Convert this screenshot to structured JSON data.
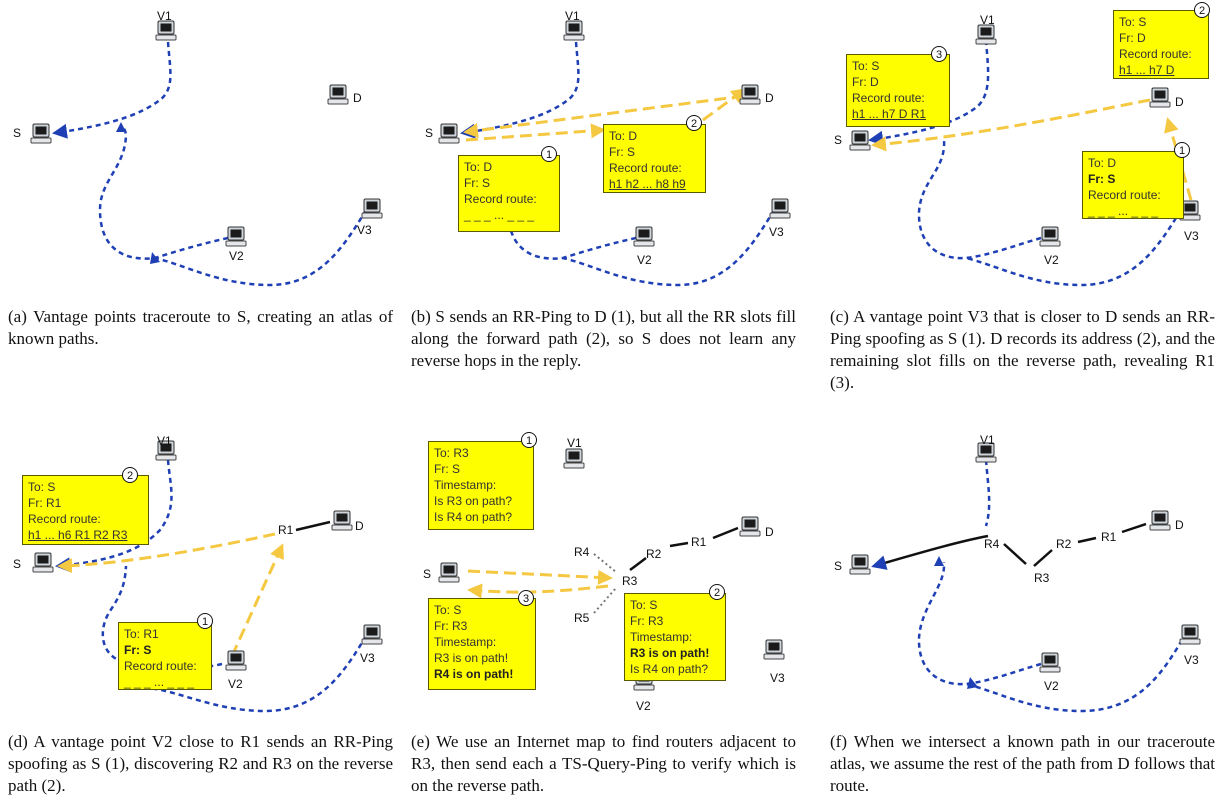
{
  "panels": {
    "a": {
      "nodes": {
        "v1": "V1",
        "d": "D",
        "s": "S",
        "v2": "V2",
        "v3": "V3"
      },
      "caption": "(a) Vantage points traceroute to S, creating an atlas of known paths."
    },
    "b": {
      "nodes": {
        "v1": "V1",
        "d": "D",
        "s": "S",
        "v2": "V2",
        "v3": "V3"
      },
      "box1": {
        "num": "1",
        "lines": [
          "To: D",
          "Fr: S",
          "Record route:",
          "_ _ _ ... _ _ _"
        ]
      },
      "box2": {
        "num": "2",
        "lines": [
          "To: D",
          "Fr: S",
          "Record route:",
          "h1 h2 ... h8 h9"
        ]
      },
      "caption": "(b) S sends an RR-Ping to D (1), but all the RR slots fill along the forward path (2), so S does not learn any reverse hops in the reply."
    },
    "c": {
      "nodes": {
        "v1": "V1",
        "d": "D",
        "s": "S",
        "v2": "V2",
        "v3": "V3"
      },
      "box1": {
        "num": "1",
        "lines": [
          "To: D",
          "Fr: S",
          "Record route:",
          "_ _ _ ... _ _ _"
        ]
      },
      "box2": {
        "num": "2",
        "lines": [
          "To: S",
          "Fr: D",
          "Record route:",
          "h1 ... h7 D"
        ]
      },
      "box3": {
        "num": "3",
        "lines": [
          "To: S",
          "Fr: D",
          "Record route:",
          "h1 ... h7 D R1"
        ]
      },
      "caption": "(c) A vantage point V3 that is closer to D sends an RR-Ping spoofing as S (1). D records its address (2), and the remaining slot fills on the reverse path, revealing R1 (3)."
    },
    "d": {
      "nodes": {
        "v1": "V1",
        "d": "D",
        "s": "S",
        "v2": "V2",
        "v3": "V3",
        "r1": "R1"
      },
      "box1": {
        "num": "1",
        "lines": [
          "To: R1",
          "Fr: S",
          "Record route:",
          "_ _ _ ... _ _ _"
        ]
      },
      "box2": {
        "num": "2",
        "lines": [
          "To: S",
          "Fr: R1",
          "Record route:",
          "h1 ... h6 R1 R2 R3"
        ]
      },
      "caption": "(d) A vantage point V2 close to R1 sends an RR-Ping spoofing as S (1), discovering R2 and R3 on the reverse path (2)."
    },
    "e": {
      "nodes": {
        "v1": "V1",
        "d": "D",
        "s": "S",
        "v2": "V2",
        "v3": "V3",
        "r1": "R1",
        "r2": "R2",
        "r3": "R3",
        "r4": "R4",
        "r5": "R5"
      },
      "box1": {
        "num": "1",
        "lines": [
          "To: R3",
          "Fr: S",
          "Timestamp:",
          "Is R3 on path?",
          "Is R4 on path?"
        ]
      },
      "box2": {
        "num": "2",
        "lines": [
          "To: S",
          "Fr: R3",
          "Timestamp:",
          "R3 is on path!",
          "Is R4 on path?"
        ]
      },
      "box3": {
        "num": "3",
        "lines": [
          "To: S",
          "Fr: R3",
          "Timestamp:",
          "R3 is on path!",
          "R4 is on path!"
        ]
      },
      "caption": "(e) We use an Internet map to find routers adjacent to R3, then send each a TS-Query-Ping to verify which is on the reverse path."
    },
    "f": {
      "nodes": {
        "v1": "V1",
        "d": "D",
        "s": "S",
        "v2": "V2",
        "v3": "V3",
        "r1": "R1",
        "r2": "R2",
        "r3": "R3",
        "r4": "R4"
      },
      "caption": "(f) When we intersect a known path in our traceroute atlas, we assume the rest of the path from D follows that route."
    }
  },
  "colors": {
    "known_path": "#1f3fb5",
    "probe": "#f5c842",
    "box_fill": "#fefe00",
    "link": "#111111",
    "adjacency": "#777777"
  }
}
